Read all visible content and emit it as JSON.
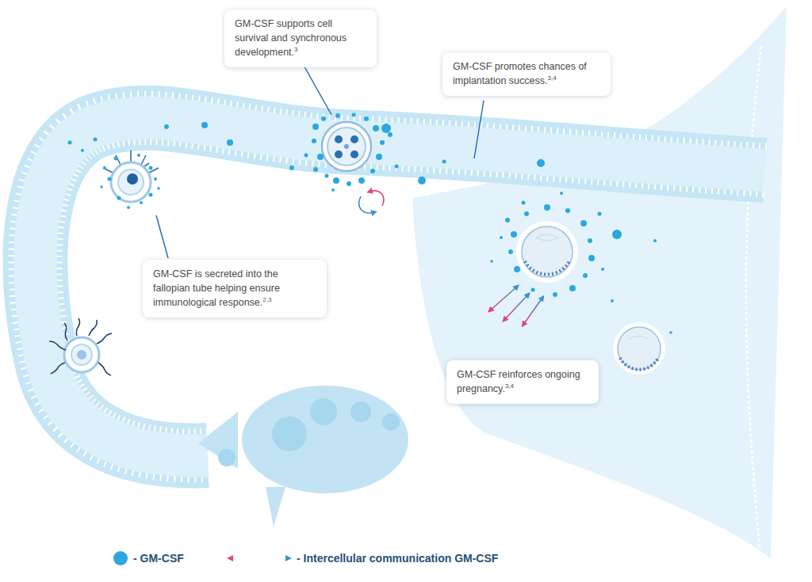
{
  "diagram": {
    "nodes": [
      {
        "text": [
          "GM-CSF supports cell survival and synchronous development.",
          "3"
        ]
      },
      {
        "text": [
          "GM-CSF promotes chances of implantation success.",
          "3,4"
        ]
      },
      {
        "text": [
          "GM-CSF is secreted into the fallopian tube helping ensure immunological response.",
          "2,3"
        ]
      },
      {
        "text": [
          "GM-CSF reinforces ongoing pregnancy.",
          "3,4"
        ]
      }
    ],
    "legend": [
      {
        "text": "- GM-CSF",
        "color": "#2aa8df"
      },
      {
        "text": "- Intercellular communication GM-CSF"
      }
    ]
  }
}
